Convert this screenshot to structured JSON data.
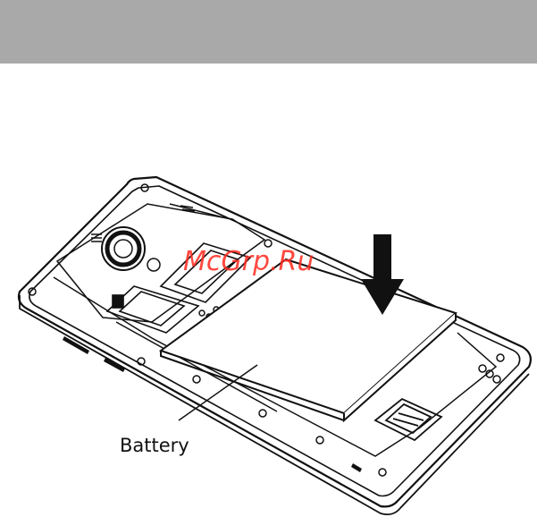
{
  "header": {
    "color": "#a9a9a9"
  },
  "watermark": {
    "text": "McGrp.Ru",
    "color": "#ff2a1f"
  },
  "diagram": {
    "battery_label": "Battery",
    "arrow_direction": "down"
  }
}
